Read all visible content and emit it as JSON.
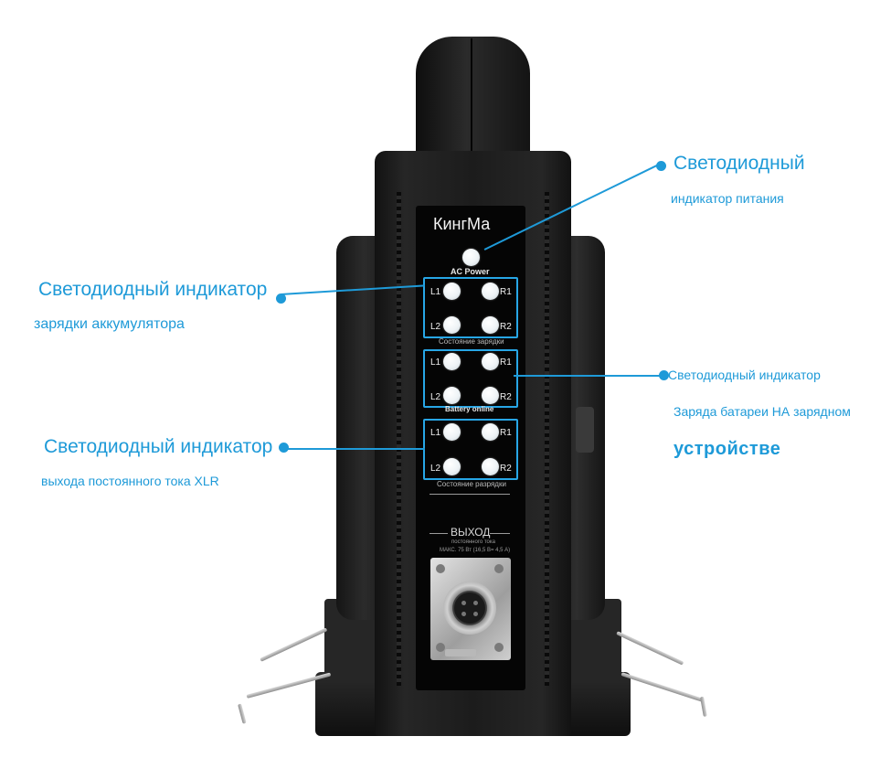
{
  "device": {
    "brand": "КингМа",
    "ac_power_label": "AC Power",
    "charge_group": {
      "labels": [
        "L1",
        "R1",
        "L2",
        "R2"
      ],
      "caption": "Состояние зарядки"
    },
    "battery_group": {
      "labels": [
        "L1",
        "R1",
        "L2",
        "R2"
      ],
      "caption": "Battery online"
    },
    "output_group": {
      "labels": [
        "L1",
        "R1",
        "L2",
        "R2"
      ],
      "caption": "Состояние разрядки"
    },
    "output_title": "ВЫХОД",
    "output_sub": "постоянного тока",
    "output_spec": "МАКС. 75 Вт (16,5 В= 4,5 А)"
  },
  "callouts": {
    "power_led": {
      "line1": "Светодиодный",
      "line2": "индикатор питания"
    },
    "charge_led": {
      "line1": "Светодиодный индикатор",
      "line2": "зарядки аккумулятора"
    },
    "battery_led": {
      "line1": "Светодиодный индикатор",
      "line2": "Заряда батареи НА зарядном",
      "line3": "устройстве"
    },
    "output_led": {
      "line1": "Светодиодный индикатор",
      "line2": "выхода постоянного тока XLR"
    }
  },
  "colors": {
    "accent": "#1e9ad8",
    "device_body": "#1b1b1b",
    "panel": "#050505",
    "led_box": "#27a6e6"
  }
}
